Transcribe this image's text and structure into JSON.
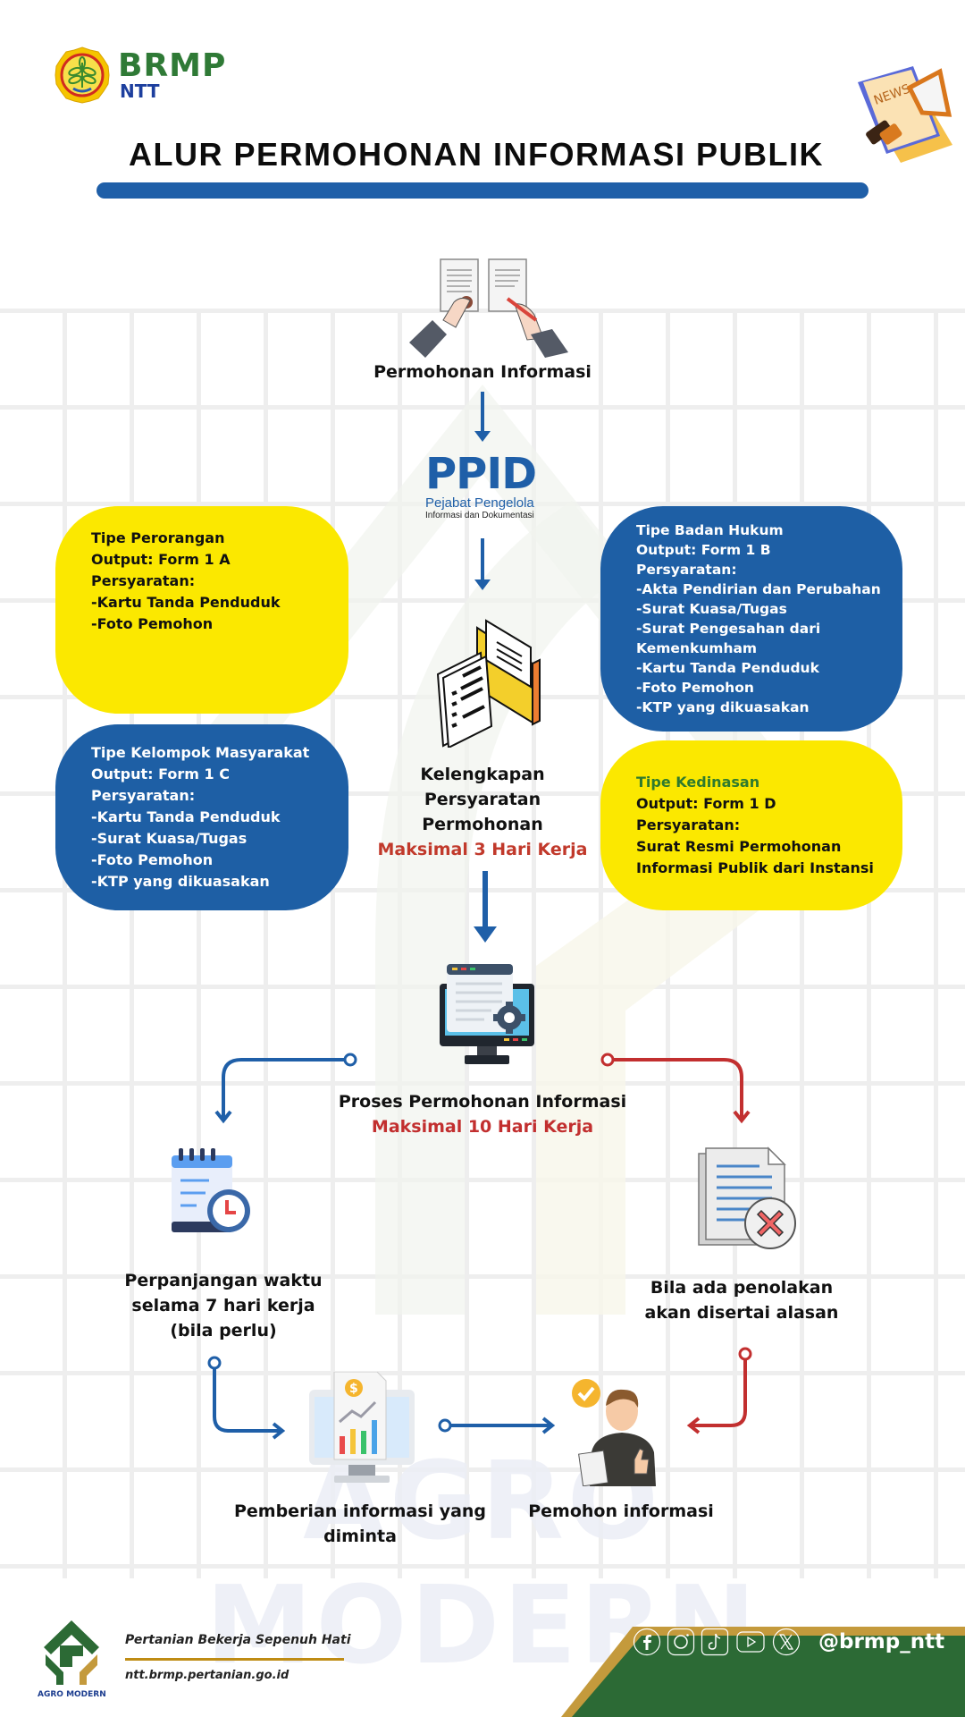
{
  "header": {
    "logo_brand": "BRMP",
    "logo_region": "NTT",
    "title": "ALUR PERMOHONAN INFORMASI PUBLIK"
  },
  "colors": {
    "accent_blue": "#1f5fa8",
    "box_yellow": "#fbe800",
    "box_blue": "#1e5fa5",
    "brand_green": "#2f7a36",
    "deadline_red": "#c1392b",
    "footer_green": "#2c6a35",
    "footer_gold": "#c49a3c"
  },
  "steps": {
    "request": {
      "label": "Permohonan Informasi",
      "icon": "signing-documents-icon"
    },
    "ppid": {
      "logo_text": "PPID",
      "subtitle": "Pejabat Pengelola",
      "caption": "Informasi dan Dokumentasi"
    },
    "completeness": {
      "lines": [
        "Kelengkapan",
        "Persyaratan",
        "Permohonan"
      ],
      "deadline": "Maksimal 3 Hari Kerja"
    },
    "process": {
      "label": "Proses Permohonan Informasi",
      "deadline": "Maksimal 10 Hari Kerja"
    },
    "extension": {
      "lines": [
        "Perpanjangan waktu",
        "selama 7 hari kerja",
        "(bila perlu)"
      ]
    },
    "rejection": {
      "lines": [
        "Bila ada penolakan",
        "akan disertai alasan"
      ]
    },
    "delivery": {
      "lines": [
        "Pemberian informasi yang",
        "diminta"
      ]
    },
    "applicant": {
      "label": "Pemohon informasi"
    }
  },
  "types": [
    {
      "id": "perorangan",
      "title": "Tipe Perorangan",
      "output": "Output: Form 1 A",
      "req_label": "Persyaratan:",
      "requirements": [
        "-Kartu Tanda Penduduk",
        "-Foto Pemohon"
      ]
    },
    {
      "id": "kelompok",
      "title": "Tipe Kelompok Masyarakat",
      "output": "Output: Form 1 C",
      "req_label": "Persyaratan:",
      "requirements": [
        "-Kartu Tanda Penduduk",
        "-Surat Kuasa/Tugas",
        "-Foto Pemohon",
        "-KTP yang dikuasakan"
      ]
    },
    {
      "id": "badan-hukum",
      "title": "Tipe Badan Hukum",
      "output": "Output: Form 1 B",
      "req_label": "Persyaratan:",
      "requirements": [
        "-Akta Pendirian dan Perubahan",
        "-Surat Kuasa/Tugas",
        "-Surat Pengesahan dari",
        "Kemenkumham",
        "-Kartu Tanda Penduduk",
        "-Foto Pemohon",
        "-KTP yang dikuasakan"
      ]
    },
    {
      "id": "kedinasan",
      "title": "Tipe Kedinasan",
      "output": "Output: Form 1 D",
      "req_label": "Persyaratan:",
      "requirements": [
        "Surat Resmi Permohonan",
        "Informasi Publik dari Instansi"
      ]
    }
  ],
  "watermark": "AGRO MODERN",
  "footer": {
    "logo_label": "AGRO MODERN",
    "slogan": "Pertanian Bekerja Sepenuh Hati",
    "url": "ntt.brmp.pertanian.go.id",
    "social_icons": [
      "facebook-icon",
      "instagram-icon",
      "tiktok-icon",
      "youtube-icon",
      "x-icon"
    ],
    "handle": "@brmp_ntt"
  }
}
